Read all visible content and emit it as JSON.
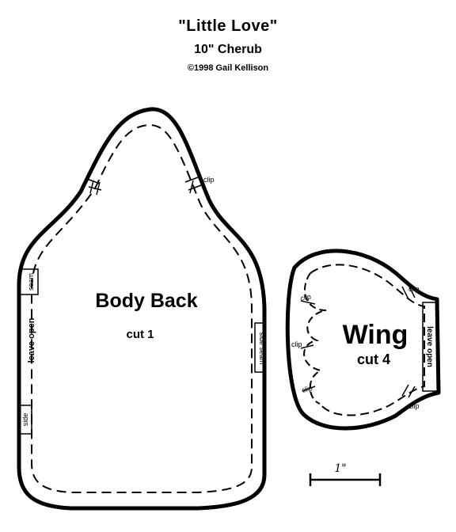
{
  "header": {
    "title": "\"Little Love\"",
    "subtitle": "10\" Cherub",
    "copyright": "©1998 Gail Kellison"
  },
  "body_back": {
    "name": "Body Back",
    "cut": "cut 1",
    "clip": "clip",
    "seam": "seam",
    "leave_open": "leave open",
    "side": "side",
    "side_seam": "side seam"
  },
  "wing": {
    "name": "Wing",
    "cut": "cut 4",
    "clip": "clip",
    "leave_open": "leave open"
  },
  "scale": {
    "label": "1\""
  }
}
